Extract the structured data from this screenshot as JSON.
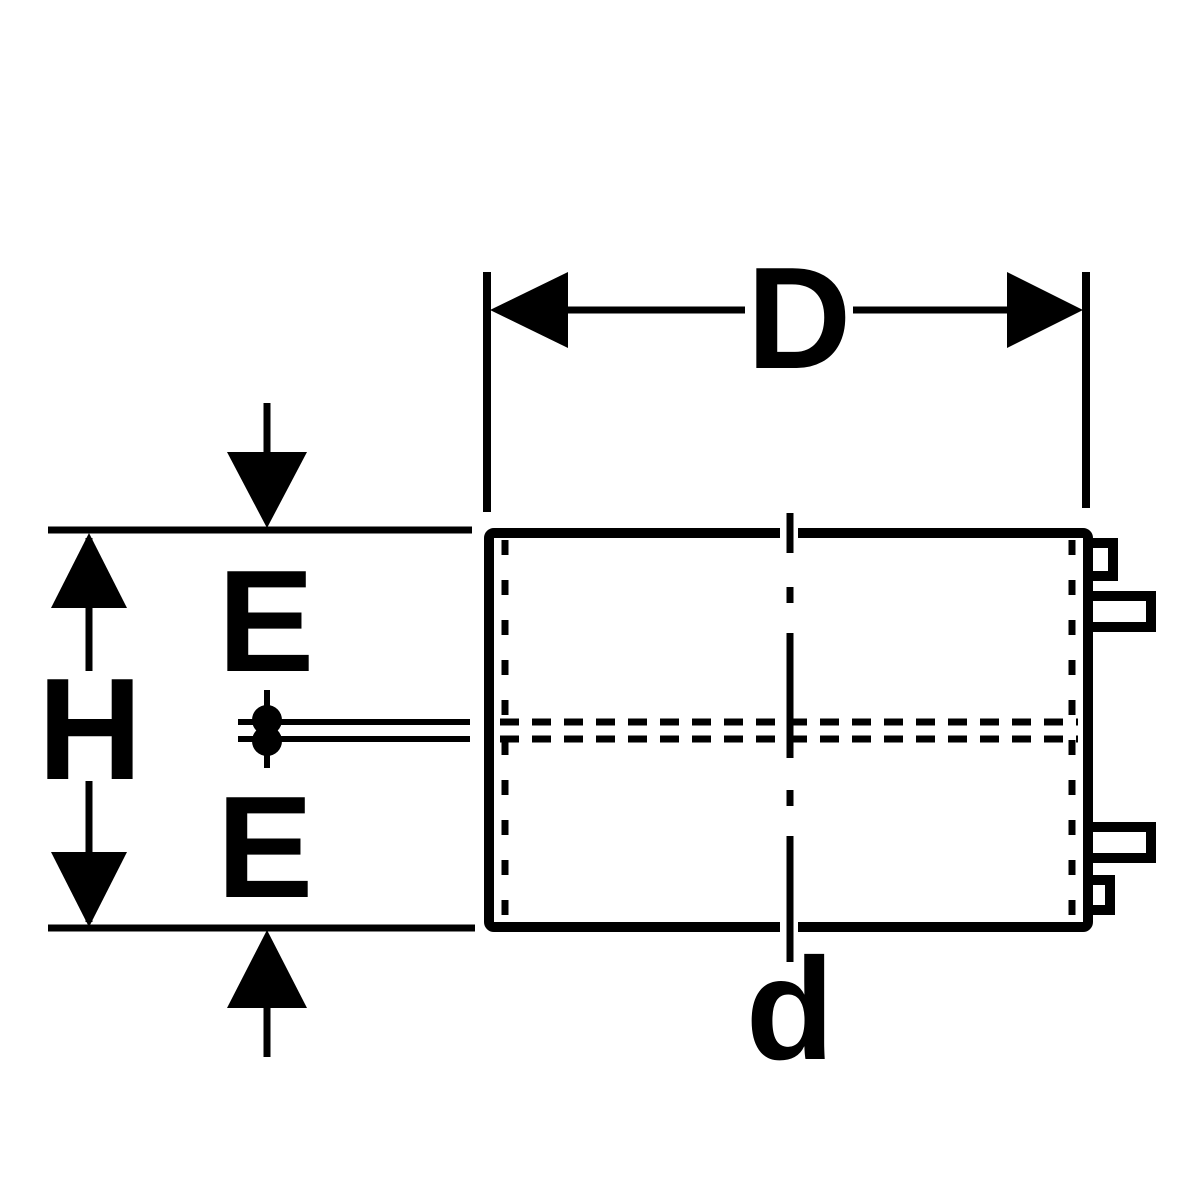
{
  "colors": {
    "ink": "#000000",
    "background": "#ffffff"
  },
  "drawing": {
    "kind": "pipe-coupling-dimension-diagram",
    "labels": {
      "outer_diameter": "D",
      "overall_height": "H",
      "e_top": "E",
      "e_bottom": "E",
      "inner_diameter": "d"
    }
  }
}
